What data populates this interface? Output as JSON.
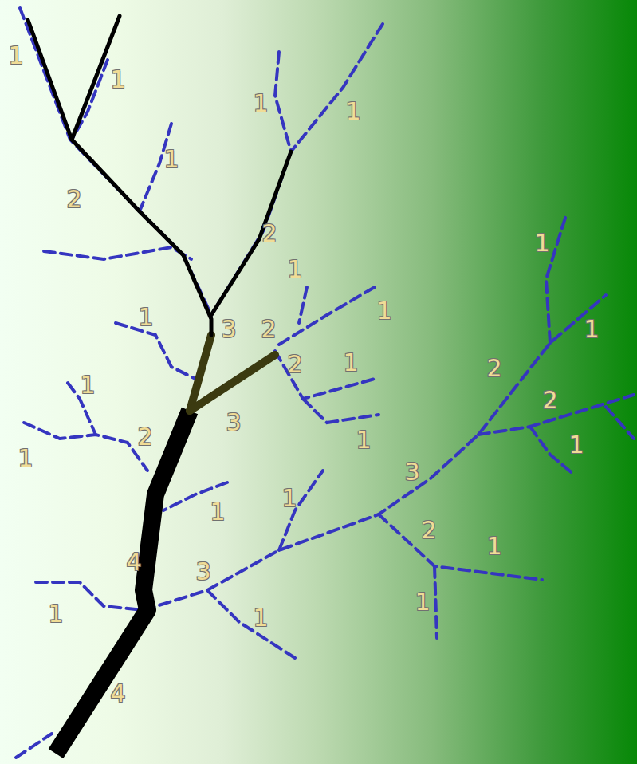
{
  "diagram": {
    "labels": [
      "1",
      "1",
      "1",
      "1",
      "1",
      "2",
      "2",
      "1",
      "1",
      "1",
      "3",
      "2",
      "1",
      "1",
      "2",
      "1",
      "2",
      "1",
      "2",
      "3",
      "2",
      "1",
      "1",
      "1",
      "3",
      "1",
      "1",
      "4",
      "2",
      "1",
      "3",
      "1",
      "1",
      "1",
      "4"
    ]
  }
}
